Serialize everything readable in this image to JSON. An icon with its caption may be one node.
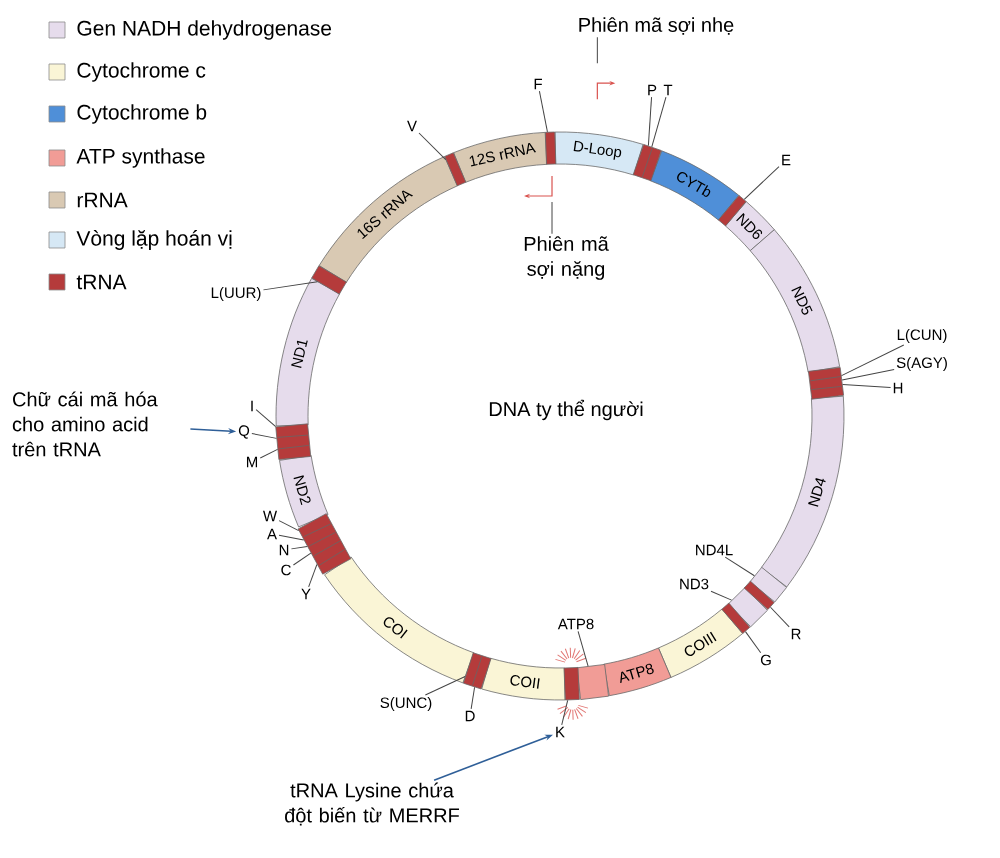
{
  "diagram": {
    "nodes": [
      {
        "text": [
          "16S rRNA"
        ]
      },
      {
        "text": [
          "12S rRNA"
        ]
      },
      {
        "text": [
          "D-Loop"
        ]
      },
      {
        "text": [
          "CYTb"
        ]
      },
      {
        "text": [
          "ND6"
        ]
      },
      {
        "text": [
          "ND5"
        ]
      },
      {
        "text": [
          "ND4"
        ]
      },
      {
        "text": [
          "COIII"
        ]
      },
      {
        "text": [
          "ATP8"
        ]
      },
      {
        "text": [
          "COII"
        ]
      },
      {
        "text": [
          "COI"
        ]
      },
      {
        "text": [
          "ND2"
        ]
      },
      {
        "text": [
          "ND1"
        ]
      },
      {
        "text": [],
        "shape": "bar"
      },
      {
        "text": [],
        "shape": "bar"
      },
      {
        "text": [],
        "shape": "bar"
      },
      {
        "text": [],
        "shape": "bar"
      },
      {
        "text": [],
        "shape": "bar"
      },
      {
        "text": [],
        "shape": "bar"
      },
      {
        "text": [],
        "shape": "bar"
      },
      {
        "text": [],
        "shape": "bar"
      },
      {
        "text": [],
        "shape": "bar"
      },
      {
        "text": [],
        "shape": "bar"
      },
      {
        "text": [],
        "shape": "bar"
      },
      {
        "text": [],
        "shape": "bar"
      },
      {
        "text": [],
        "shape": "bar"
      },
      {
        "text": [],
        "shape": "bar"
      },
      {
        "text": [],
        "shape": "bar"
      },
      {
        "text": [
          "V"
        ]
      },
      {
        "text": [
          "F"
        ]
      },
      {
        "text": [
          "P"
        ]
      },
      {
        "text": [
          "T"
        ]
      },
      {
        "text": [
          "E"
        ]
      },
      {
        "text": [
          "L(CUN)"
        ]
      },
      {
        "text": [
          "S(AGY)"
        ]
      },
      {
        "text": [
          "H"
        ]
      },
      {
        "text": [
          "R"
        ]
      },
      {
        "text": [
          "G"
        ]
      },
      {
        "text": [
          "K"
        ]
      },
      {
        "text": [
          "D"
        ]
      },
      {
        "text": [
          "S(UNC)"
        ]
      },
      {
        "text": [
          "Y"
        ]
      },
      {
        "text": [
          "C"
        ]
      },
      {
        "text": [
          "N"
        ]
      },
      {
        "text": [
          "A"
        ]
      },
      {
        "text": [
          "W"
        ]
      },
      {
        "text": [
          "M"
        ]
      },
      {
        "text": [
          "Q"
        ]
      },
      {
        "text": [
          "I"
        ]
      },
      {
        "text": [
          "L(UUR)"
        ]
      },
      {
        "text": [
          "ND4L"
        ]
      },
      {
        "text": [
          "ND3"
        ]
      },
      {
        "text": [
          "ATP8"
        ]
      },
      {
        "text": [
          "Phiên mã sợi nhẹ"
        ]
      },
      {
        "text": [
          "Phiên mã sợi nặng"
        ]
      },
      {
        "text": [
          "Chữ cái mã hóa cho amino acid trên tRNA"
        ]
      },
      {
        "text": [
          "tRNA Lysine chứa đột biến từ MERRF"
        ]
      }
    ],
    "edges": [
      {
        "from": 28,
        "to": 16,
        "arrow": "none"
      },
      {
        "from": 29,
        "to": 17,
        "arrow": "none"
      },
      {
        "from": 30,
        "to": 18,
        "arrow": "none"
      },
      {
        "from": 31,
        "to": 18,
        "arrow": "none"
      },
      {
        "from": 32,
        "to": 19,
        "arrow": "none"
      },
      {
        "from": 33,
        "to": 20,
        "arrow": "none"
      },
      {
        "from": 34,
        "to": 20,
        "arrow": "none"
      },
      {
        "from": 35,
        "to": 20,
        "arrow": "none"
      },
      {
        "from": 36,
        "to": 21,
        "arrow": "none"
      },
      {
        "from": 37,
        "to": 22,
        "arrow": "none"
      },
      {
        "from": 38,
        "to": 23,
        "arrow": "none"
      },
      {
        "from": 39,
        "to": 24,
        "arrow": "none"
      },
      {
        "from": 40,
        "to": 24,
        "arrow": "none"
      },
      {
        "from": 41,
        "to": 25,
        "arrow": "none"
      },
      {
        "from": 42,
        "to": 25,
        "arrow": "none"
      },
      {
        "from": 43,
        "to": 25,
        "arrow": "none"
      },
      {
        "from": 44,
        "to": 25,
        "arrow": "none"
      },
      {
        "from": 45,
        "to": 25,
        "arrow": "none"
      },
      {
        "from": 46,
        "to": 26,
        "arrow": "none"
      },
      {
        "from": 47,
        "to": 26,
        "arrow": "none"
      },
      {
        "from": 48,
        "to": 26,
        "arrow": "none"
      },
      {
        "from": 49,
        "to": 27,
        "arrow": "none"
      },
      {
        "from": 50,
        "to": 13,
        "arrow": "none"
      },
      {
        "from": 51,
        "to": 14,
        "arrow": "none"
      },
      {
        "from": 52,
        "to": 15,
        "arrow": "none"
      },
      {
        "from": 53,
        "to": null,
        "arrow": "none"
      },
      {
        "from": 54,
        "to": null,
        "arrow": "none"
      },
      {
        "from": 55,
        "to": 47,
        "arrow": "to",
        "color": "#2f5f98"
      },
      {
        "from": 56,
        "to": 38,
        "arrow": "to",
        "color": "#2f5f98"
      }
    ],
    "labels": [
      "DNA ty thể người"
    ],
    "legend": [
      {
        "text": "Gen NADH dehydrogenase",
        "color": "#e6dcec"
      },
      {
        "text": "Cytochrome c",
        "color": "#faf5d6"
      },
      {
        "text": "Cytochrome b",
        "color": "#4f8fd8"
      },
      {
        "text": "ATP synthase",
        "color": "#f19c96"
      },
      {
        "text": "rRNA",
        "color": "#d9c9b3"
      },
      {
        "text": "Vòng lặp hoán vị",
        "color": "#d6e8f5"
      },
      {
        "text": "tRNA",
        "color": "#b53b3b"
      }
    ]
  }
}
